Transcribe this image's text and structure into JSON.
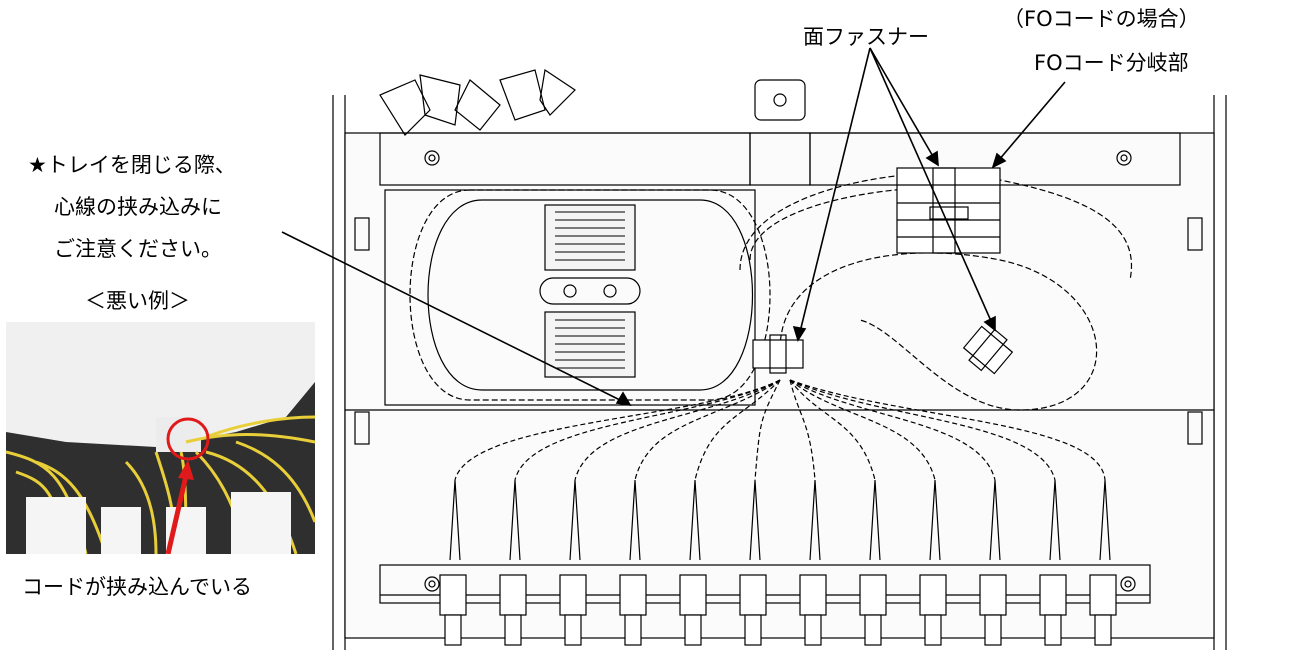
{
  "labels": {
    "surface_fastener": "面ファスナー",
    "fo_case": "（FOコードの場合）",
    "fo_branch": "FOコード分岐部",
    "caution_line1": "★トレイを閉じる際、",
    "caution_line2": "心線の挟み込みに",
    "caution_line3": "ご注意ください。",
    "bad_example": "＜悪い例＞",
    "pinched_cord": "コードが挟み込んでいる"
  },
  "colors": {
    "line": "#000000",
    "tray_fill": "#f4f4f4",
    "highlight_circle": "#e01a1a",
    "cable_yellow": "#e8cf3a",
    "tray_white": "#f2f2f2"
  }
}
